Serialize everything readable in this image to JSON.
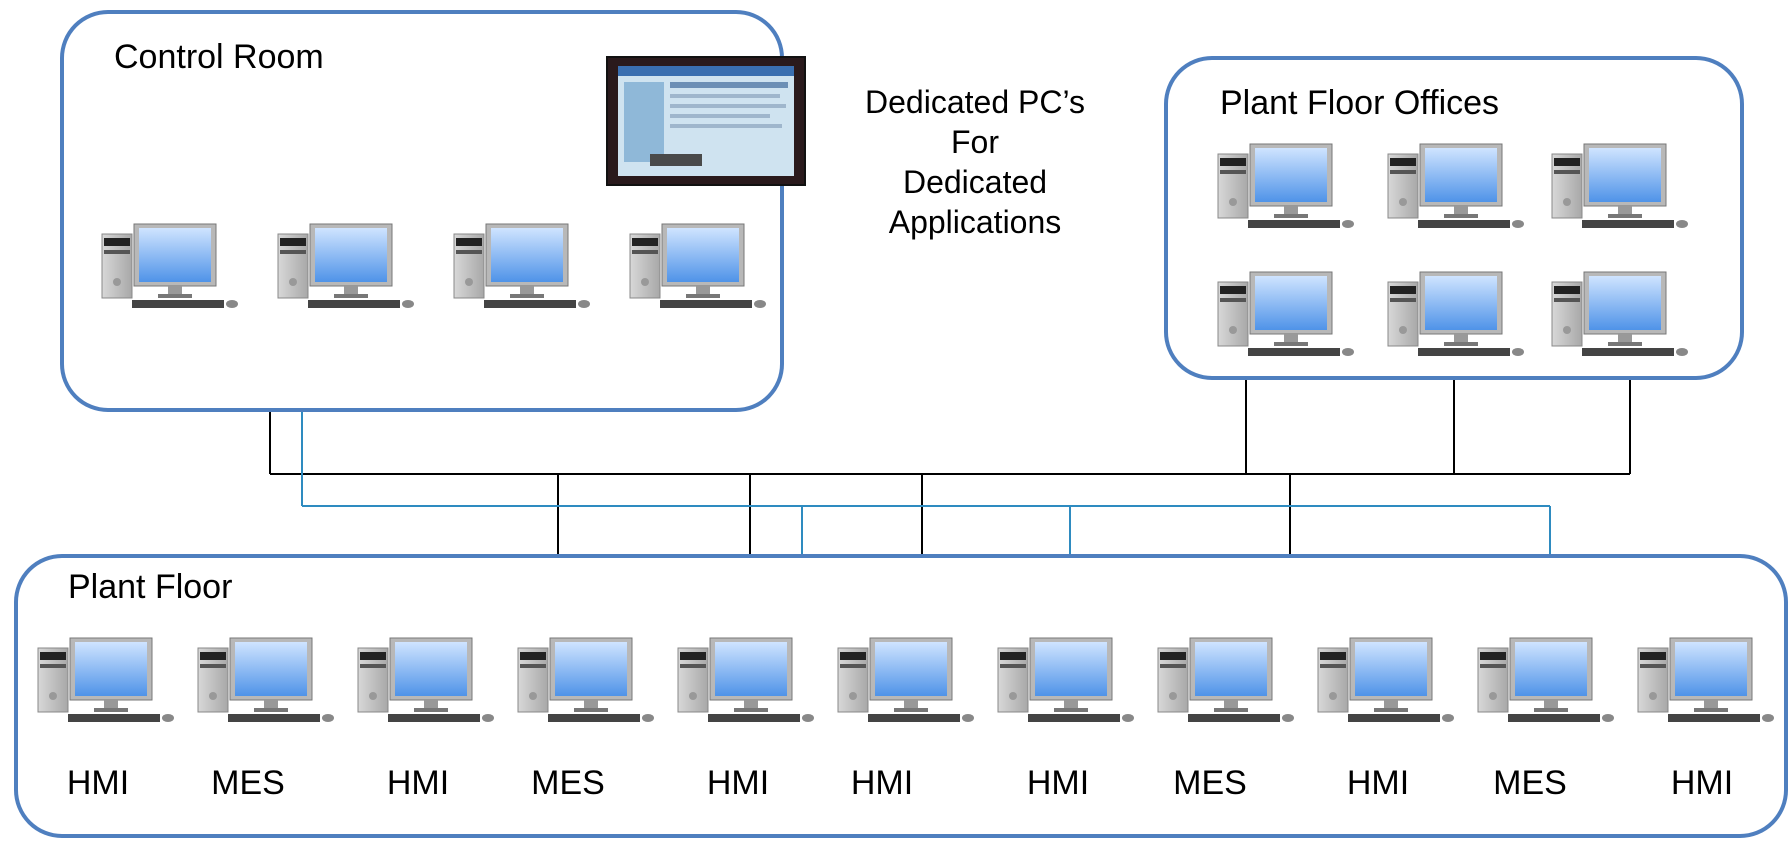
{
  "zones": {
    "control_room": "Control Room",
    "plant_floor_offices": "Plant Floor Offices",
    "plant_floor": "Plant Floor"
  },
  "note": [
    "Dedicated PC’s",
    "For",
    "Dedicated",
    "Applications"
  ],
  "floor_stations": [
    "HMI",
    "MES",
    "HMI",
    "MES",
    "HMI",
    "HMI",
    "HMI",
    "MES",
    "HMI",
    "MES",
    "HMI"
  ],
  "colors": {
    "zone_border": "#4f7fbf",
    "network_black": "#000000",
    "network_blue": "#2e8bc0"
  }
}
